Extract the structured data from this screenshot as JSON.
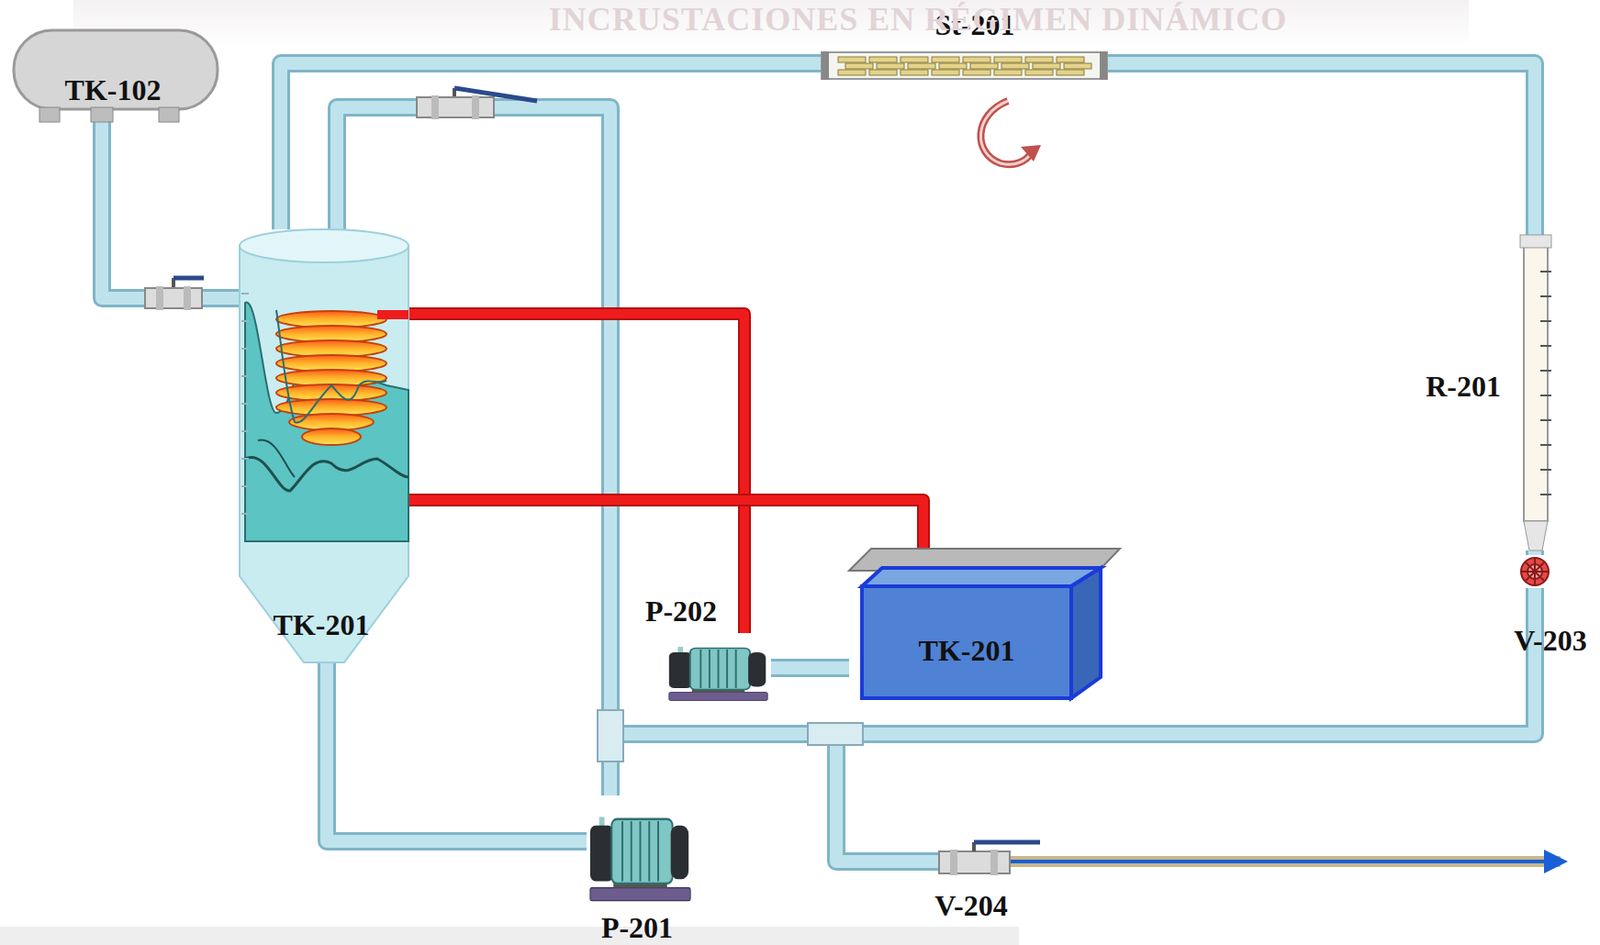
{
  "diagram": {
    "nodes": [
      {
        "text": [
          "TK-102"
        ]
      },
      {
        "text": [
          "St-201"
        ]
      },
      {
        "text": [
          "TK-201"
        ]
      },
      {
        "text": [
          "R-201"
        ]
      },
      {
        "text": [
          "P-202"
        ]
      },
      {
        "text": [
          "TK-201"
        ]
      },
      {
        "text": [
          "V-203"
        ]
      },
      {
        "text": [
          "P-201"
        ]
      },
      {
        "text": [
          "V-204"
        ]
      }
    ],
    "edges": [
      {
        "from": 0,
        "to": 2,
        "arrow": "none"
      },
      {
        "from": 2,
        "to": 7,
        "arrow": "none"
      },
      {
        "from": 7,
        "to": 2,
        "arrow": "none"
      },
      {
        "from": 7,
        "to": 6,
        "arrow": "none"
      },
      {
        "from": 6,
        "to": 3,
        "arrow": "none"
      },
      {
        "from": 3,
        "to": 1,
        "arrow": "none"
      },
      {
        "from": 1,
        "to": 2,
        "arrow": "none"
      },
      {
        "from": 7,
        "to": 8,
        "arrow": "none"
      },
      {
        "from": 5,
        "to": 4,
        "arrow": "none"
      },
      {
        "from": 4,
        "to": 2,
        "arrow": "none"
      },
      {
        "from": 2,
        "to": 5,
        "arrow": "none"
      }
    ],
    "labels": [
      "INCRUSTACIONES EN RÉGIMEN DINÁMICO"
    ]
  }
}
